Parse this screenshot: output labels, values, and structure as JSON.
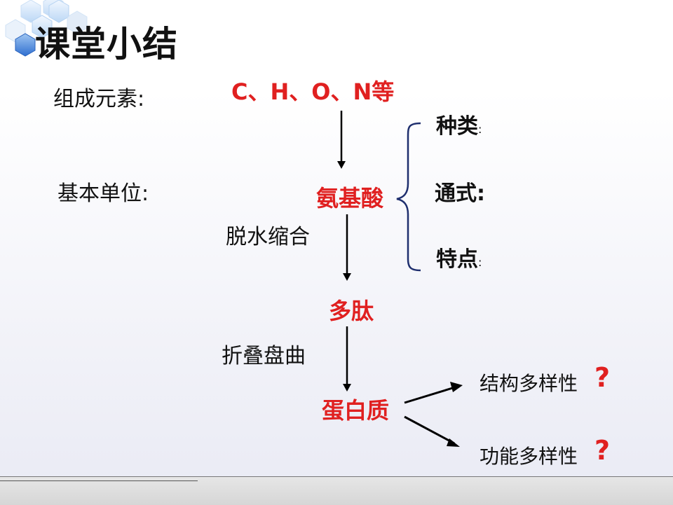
{
  "title": "课堂小结",
  "labels": {
    "elements_label": "组成元素:",
    "elements_value": "C、H、O、N等",
    "unit_label": "基本单位:",
    "amino_acid": "氨基酸",
    "dehydration": "脱水缩合",
    "polypeptide": "多肽",
    "folding": "折叠盘曲",
    "protein": "蛋白质",
    "kinds": "种类",
    "kinds_colon": ":",
    "formula": "通式:",
    "features": "特点",
    "features_colon": ":",
    "structure_diversity": "结构多样性",
    "function_diversity": "功能多样性",
    "question_mark": "?"
  },
  "colors": {
    "accent_red": "#e02020",
    "brace_blue": "#1f2f6e",
    "hexagon_blue": "#3a78d8",
    "hexagon_light": "#a9cdf0"
  },
  "icons": [
    "hexagon-cluster-icon",
    "curly-brace-icon",
    "arrow-icon"
  ]
}
